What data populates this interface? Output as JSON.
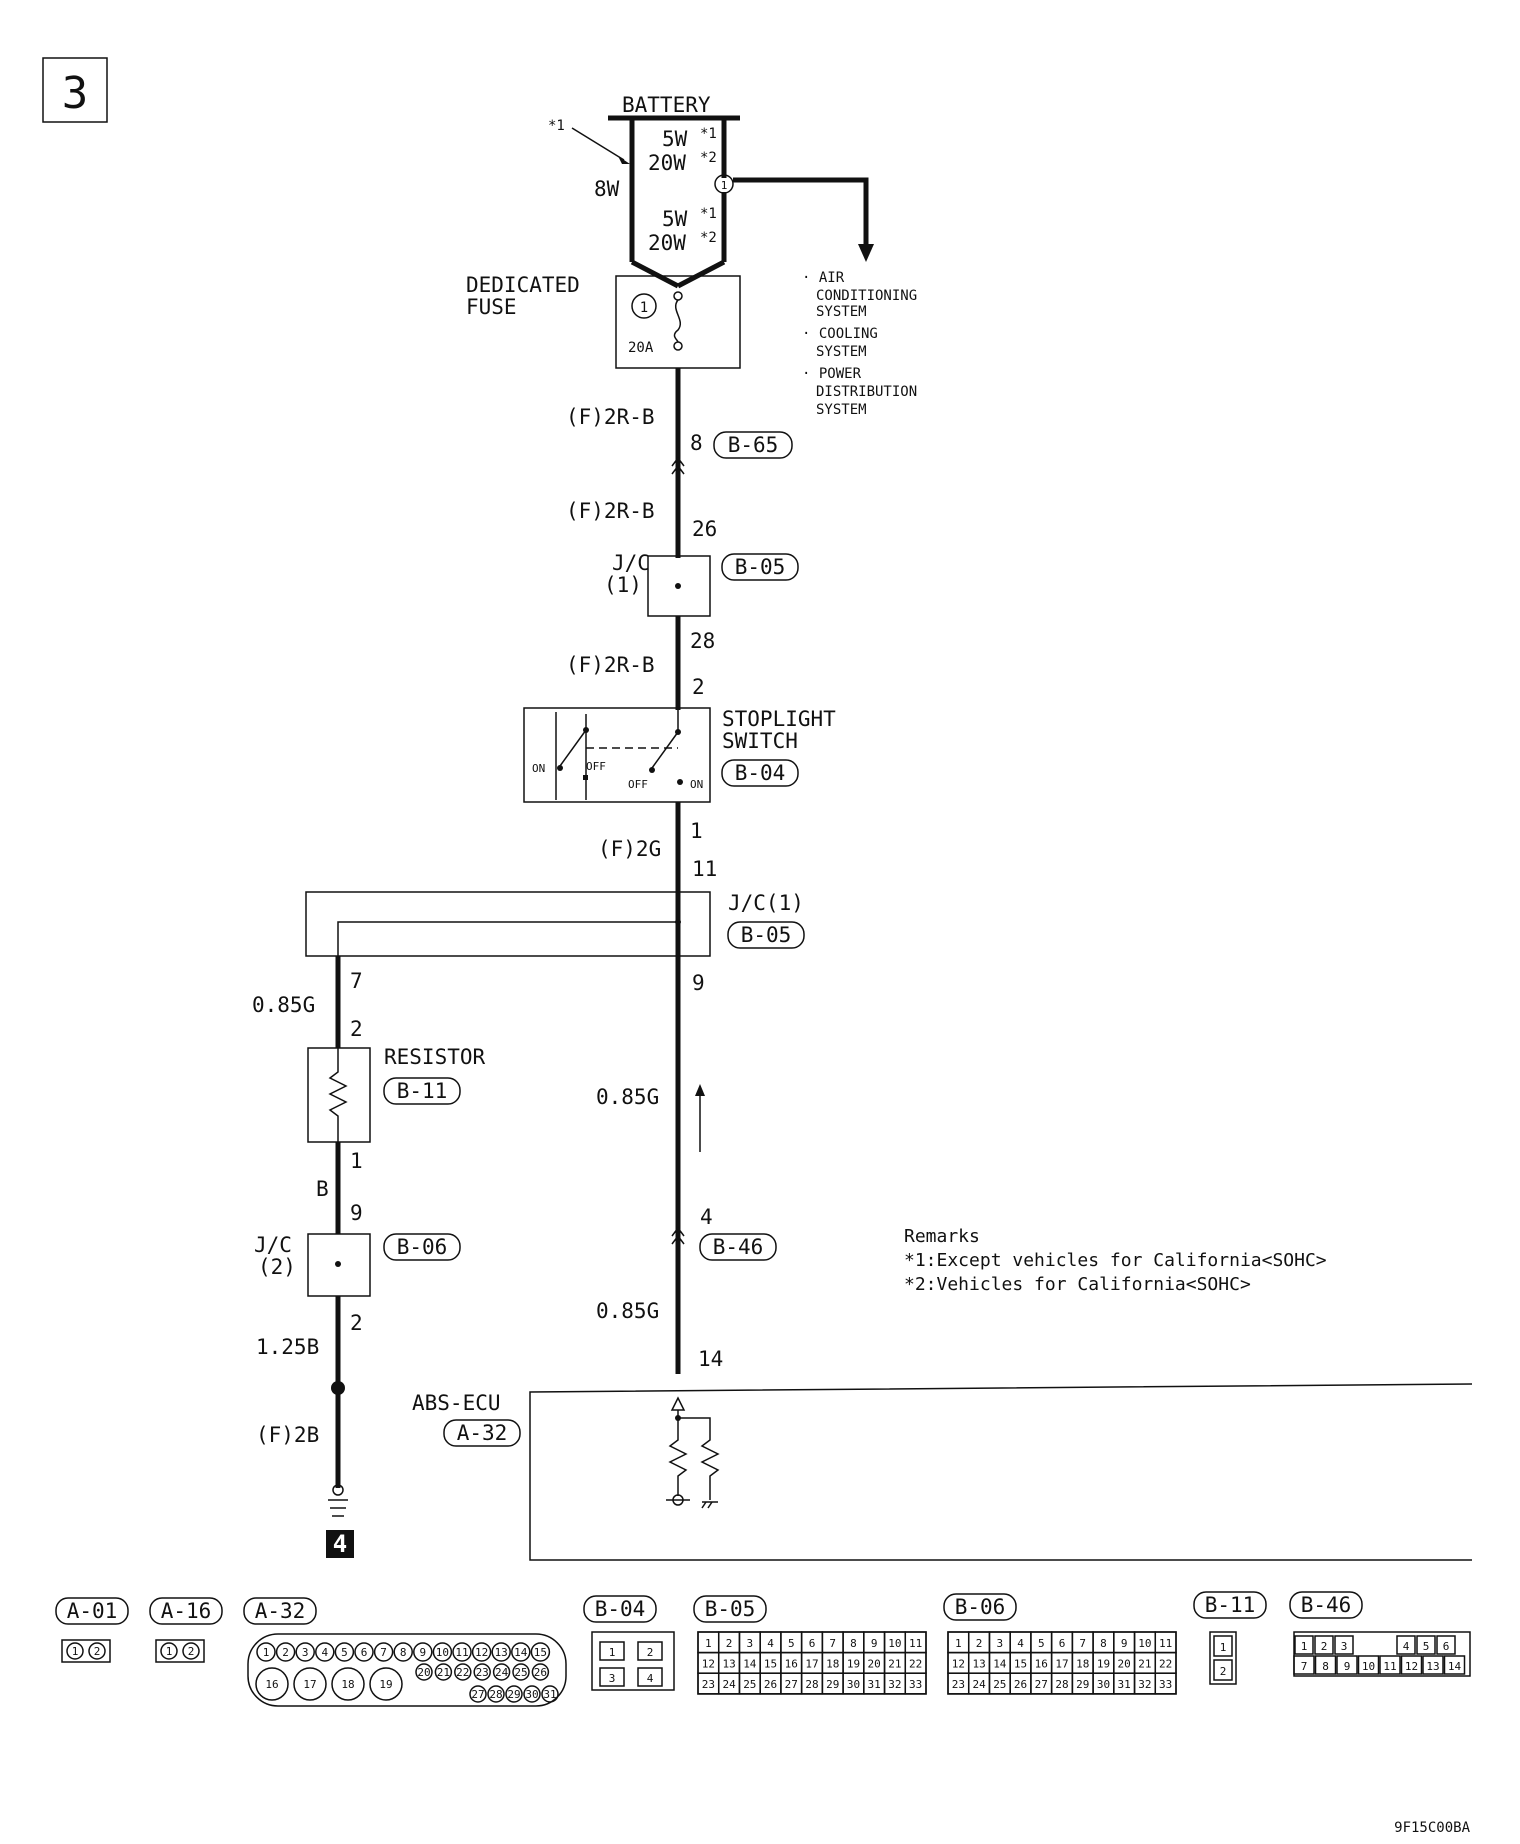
{
  "page_number": "3",
  "continues_to": "4",
  "drawing_code": "9F15C00BA",
  "battery": {
    "label": "BATTERY",
    "star": "*1",
    "wire_8w": "8W",
    "fusible_top": "5W",
    "fusible_top_star1": "*1",
    "fusible_top_alt": "20W",
    "fusible_top_star2": "*2",
    "fusible_bot": "5W",
    "fusible_bot_star1": "*1",
    "fusible_bot_alt": "20W",
    "fusible_bot_star2": "*2",
    "circle_no": "1"
  },
  "other_systems": [
    "· AIR",
    "CONDITIONING",
    "SYSTEM",
    "· COOLING",
    "SYSTEM",
    "· POWER",
    "DISTRIBUTION",
    "SYSTEM"
  ],
  "dedicated_fuse": {
    "line1": "DEDICATED",
    "line2": "FUSE",
    "number": "1",
    "rating": "20A"
  },
  "wires": {
    "w1": "(F)2R-B",
    "w2": "(F)2R-B",
    "w3": "(F)2R-B",
    "w4": "(F)2G",
    "w5": "0.85G",
    "w6": "B",
    "w7": "1.25B",
    "w8": "(F)2B",
    "w9": "0.85G",
    "w10": "0.85G"
  },
  "pins": {
    "p8": "8",
    "p26": "26",
    "p28": "28",
    "p2a": "2",
    "p1a": "1",
    "p11": "11",
    "p7": "7",
    "p9a": "9",
    "p2b": "2",
    "p1b": "1",
    "p9b": "9",
    "p2c": "2",
    "p4": "4",
    "p14": "14"
  },
  "refs": {
    "b65": "B-65",
    "b05a": "B-05",
    "b04": "B-04",
    "b05b": "B-05",
    "b11": "B-11",
    "b06": "B-06",
    "b46": "B-46",
    "a32": "A-32"
  },
  "jc1_top": {
    "line1": "J/C",
    "line2": "(1)"
  },
  "stoplight": {
    "line1": "STOPLIGHT",
    "line2": "SWITCH",
    "on_left": "ON",
    "off_left": "OFF",
    "off_right": "OFF",
    "on_right": "ON"
  },
  "jc1_mid": {
    "label": "J/C(1)"
  },
  "resistor": {
    "label": "RESISTOR"
  },
  "jc2": {
    "line1": "J/C",
    "line2": "(2)"
  },
  "abs_ecu": {
    "label": "ABS-ECU"
  },
  "remarks": {
    "title": "Remarks",
    "r1": "*1:Except vehicles for California<SOHC>",
    "r2": "*2:Vehicles for California<SOHC>"
  },
  "connectors": {
    "a01": {
      "name": "A-01",
      "pins": [
        "1",
        "2"
      ]
    },
    "a16": {
      "name": "A-16",
      "pins": [
        "1",
        "2"
      ]
    },
    "a32": {
      "name": "A-32",
      "row1": [
        "1",
        "2",
        "3",
        "4",
        "5",
        "6",
        "7",
        "8",
        "9",
        "10",
        "11",
        "12",
        "13",
        "14",
        "15"
      ],
      "row2": [
        "16",
        "17",
        "18",
        "19"
      ],
      "row2b": [
        "20",
        "21",
        "22",
        "23",
        "24",
        "25",
        "26"
      ],
      "row3": [
        "27",
        "28",
        "29",
        "30",
        "31"
      ]
    },
    "b04": {
      "name": "B-04",
      "pins": [
        "1",
        "2",
        "3",
        "4"
      ]
    },
    "b05": {
      "name": "B-05",
      "row1": [
        "1",
        "2",
        "3",
        "4",
        "5",
        "6",
        "7",
        "8",
        "9",
        "10",
        "11"
      ],
      "row2": [
        "12",
        "13",
        "14",
        "15",
        "16",
        "17",
        "18",
        "19",
        "20",
        "21",
        "22"
      ],
      "row3": [
        "23",
        "24",
        "25",
        "26",
        "27",
        "28",
        "29",
        "30",
        "31",
        "32",
        "33"
      ]
    },
    "b06": {
      "name": "B-06",
      "row1": [
        "1",
        "2",
        "3",
        "4",
        "5",
        "6",
        "7",
        "8",
        "9",
        "10",
        "11"
      ],
      "row2": [
        "12",
        "13",
        "14",
        "15",
        "16",
        "17",
        "18",
        "19",
        "20",
        "21",
        "22"
      ],
      "row3": [
        "23",
        "24",
        "25",
        "26",
        "27",
        "28",
        "29",
        "30",
        "31",
        "32",
        "33"
      ]
    },
    "b11": {
      "name": "B-11",
      "pins": [
        "1",
        "2"
      ]
    },
    "b46": {
      "name": "B-46",
      "row1": [
        "1",
        "2",
        "3",
        "4",
        "5",
        "6"
      ],
      "row2": [
        "7",
        "8",
        "9",
        "10",
        "11",
        "12",
        "13",
        "14"
      ]
    }
  }
}
